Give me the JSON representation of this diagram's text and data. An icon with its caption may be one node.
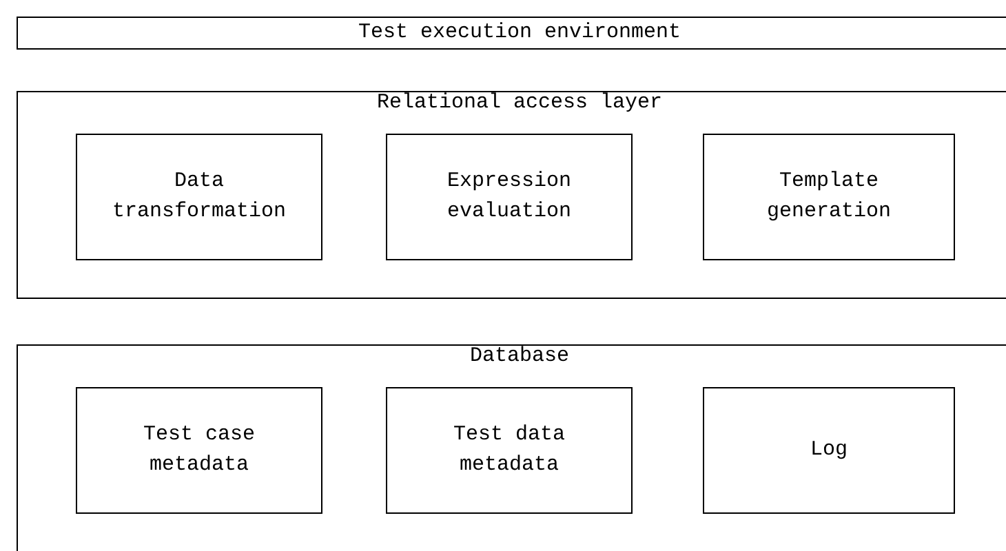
{
  "diagram": {
    "nodes": [
      {
        "text": [
          "Test execution environment"
        ]
      },
      {
        "text": [
          "Relational access layer"
        ]
      },
      {
        "text": [
          "Data transformation"
        ],
        "in": 1
      },
      {
        "text": [
          "Expression evaluation"
        ],
        "in": 1
      },
      {
        "text": [
          "Template generation"
        ],
        "in": 1
      },
      {
        "text": [
          "Database"
        ]
      },
      {
        "text": [
          "Test case metadata"
        ],
        "in": 5
      },
      {
        "text": [
          "Test data metadata"
        ],
        "in": 5
      },
      {
        "text": [
          "Log"
        ],
        "in": 5
      }
    ],
    "edges": []
  }
}
